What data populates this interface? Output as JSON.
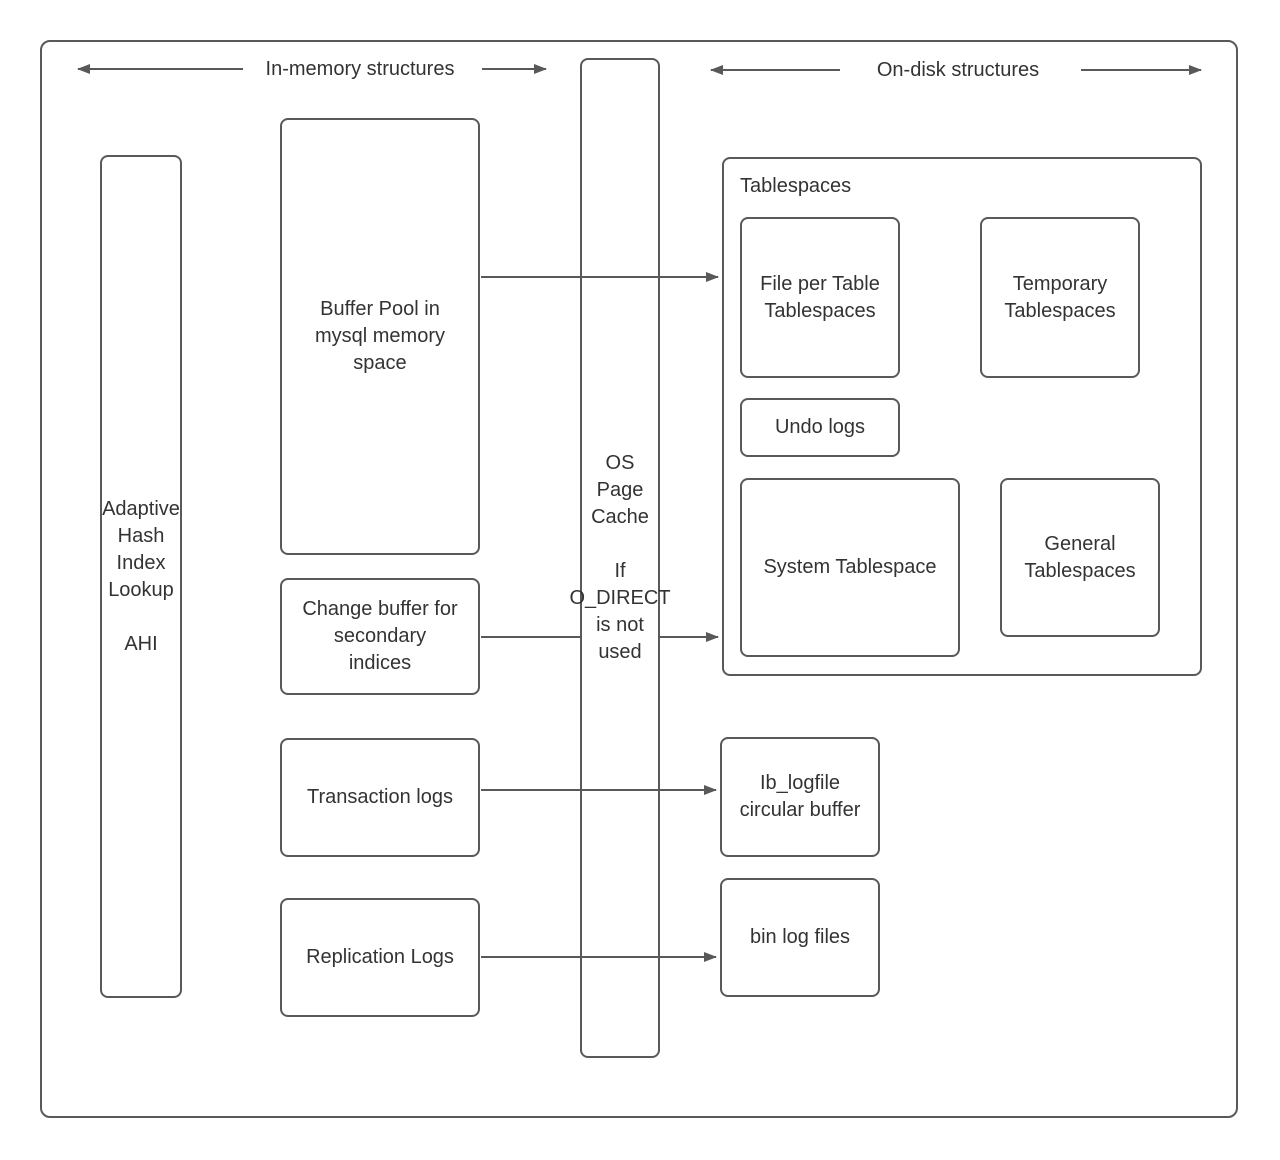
{
  "colors": {
    "stroke": "#595959",
    "text": "#333333",
    "background": "#ffffff"
  },
  "headers": {
    "in_memory": "In-memory structures",
    "on_disk": "On-disk structures"
  },
  "in_memory": {
    "ahi": "Adaptive\nHash\nIndex\nLookup\n\nAHI",
    "buffer_pool": "Buffer Pool in\nmysql memory\nspace",
    "change_buffer": "Change buffer for\nsecondary\nindices",
    "transaction_logs": "Transaction logs",
    "replication_logs": "Replication Logs"
  },
  "cache": {
    "os_page_cache": "OS\nPage\nCache\n\nIf\nO_DIRECT\nis not\nused"
  },
  "on_disk": {
    "tablespaces_label": "Tablespaces",
    "file_per_table": "File per Table\nTablespaces",
    "temporary": "Temporary\nTablespaces",
    "undo_logs": "Undo logs",
    "system_tablespace": "System Tablespace",
    "general": "General\nTablespaces",
    "ib_logfile": "Ib_logfile\ncircular buffer",
    "bin_log_files": "bin log files"
  }
}
